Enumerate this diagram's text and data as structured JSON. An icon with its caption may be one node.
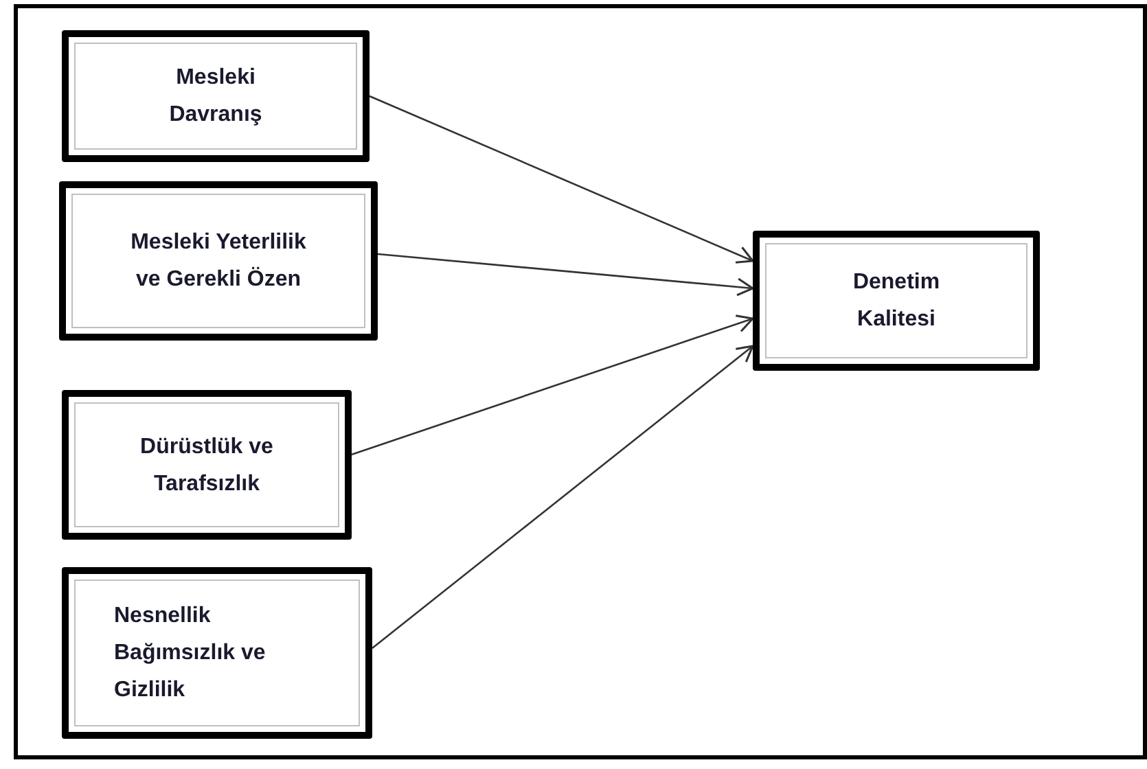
{
  "diagram": {
    "nodes": [
      {
        "text": [
          "Mesleki Davranış"
        ]
      },
      {
        "text": [
          "Mesleki Yeterlilik ve Gerekli Özen"
        ]
      },
      {
        "text": [
          "Dürüstlük ve Tarafsızlık"
        ]
      },
      {
        "text": [
          "Nesnellik Bağımsızlık ve Gizlilik"
        ]
      },
      {
        "text": [
          "Denetim Kalitesi"
        ]
      }
    ],
    "edges": [
      {
        "from": 0,
        "to": 4,
        "arrow": "to"
      },
      {
        "from": 1,
        "to": 4,
        "arrow": "to"
      },
      {
        "from": 2,
        "to": 4,
        "arrow": "to"
      },
      {
        "from": 3,
        "to": 4,
        "arrow": "to"
      }
    ]
  }
}
